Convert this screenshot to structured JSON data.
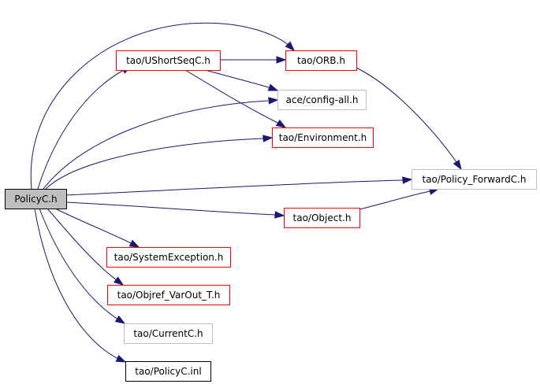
{
  "diagram": {
    "colors": {
      "edge": "#191970",
      "border_red": "#ff0000",
      "border_gray": "#bfbfbf",
      "border_black": "#000000",
      "root_fill": "#bfbfbf",
      "fill": "#ffffff"
    },
    "nodes": [
      {
        "id": "policyc_h",
        "label": "PolicyC.h",
        "style": "root"
      },
      {
        "id": "ushortseqc_h",
        "label": "tao/UShortSeqC.h",
        "style": "red"
      },
      {
        "id": "orb_h",
        "label": "tao/ORB.h",
        "style": "red"
      },
      {
        "id": "config_all_h",
        "label": "ace/config-all.h",
        "style": "gray"
      },
      {
        "id": "environment_h",
        "label": "tao/Environment.h",
        "style": "red"
      },
      {
        "id": "policy_forwardc_h",
        "label": "tao/Policy_ForwardC.h",
        "style": "gray"
      },
      {
        "id": "object_h",
        "label": "tao/Object.h",
        "style": "red"
      },
      {
        "id": "systemexception_h",
        "label": "tao/SystemException.h",
        "style": "red"
      },
      {
        "id": "objref_varout_t_h",
        "label": "tao/Objref_VarOut_T.h",
        "style": "red"
      },
      {
        "id": "currentc_h",
        "label": "tao/CurrentC.h",
        "style": "gray"
      },
      {
        "id": "policyc_inl",
        "label": "tao/PolicyC.inl",
        "style": "black"
      }
    ],
    "edges": [
      {
        "from": "policyc_h",
        "to": "ushortseqc_h"
      },
      {
        "from": "policyc_h",
        "to": "orb_h"
      },
      {
        "from": "policyc_h",
        "to": "config_all_h"
      },
      {
        "from": "policyc_h",
        "to": "environment_h"
      },
      {
        "from": "policyc_h",
        "to": "policy_forwardc_h"
      },
      {
        "from": "policyc_h",
        "to": "object_h"
      },
      {
        "from": "policyc_h",
        "to": "systemexception_h"
      },
      {
        "from": "policyc_h",
        "to": "objref_varout_t_h"
      },
      {
        "from": "policyc_h",
        "to": "currentc_h"
      },
      {
        "from": "policyc_h",
        "to": "policyc_inl"
      },
      {
        "from": "ushortseqc_h",
        "to": "orb_h"
      },
      {
        "from": "ushortseqc_h",
        "to": "config_all_h"
      },
      {
        "from": "ushortseqc_h",
        "to": "environment_h"
      },
      {
        "from": "orb_h",
        "to": "policy_forwardc_h"
      },
      {
        "from": "object_h",
        "to": "policy_forwardc_h"
      }
    ]
  }
}
